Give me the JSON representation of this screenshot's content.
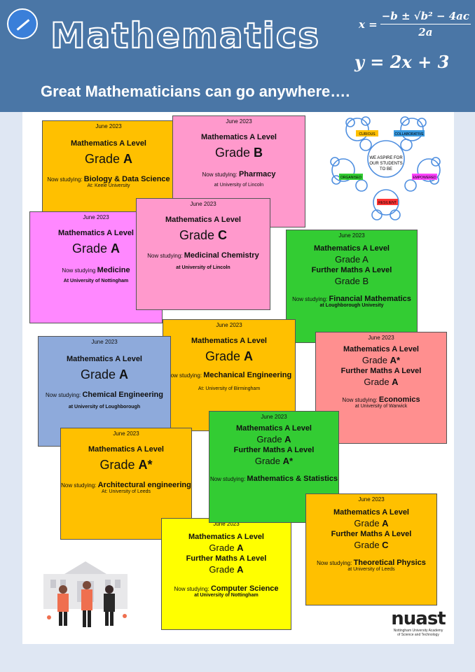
{
  "header": {
    "title": "Mathematics",
    "subtitle": "Great Mathematicians can go anywhere….",
    "formula_quadratic_lhs": "x =",
    "formula_quadratic_num": "−b ± √b² − 4ac",
    "formula_quadratic_den": "2a",
    "formula_line": "y = 2x + 3"
  },
  "cards": [
    {
      "date": "June 2023",
      "subject": "Mathematics A Level",
      "grade_prefix": "Grade ",
      "grade": "A",
      "now_prefix": "Now studying: ",
      "course": "Biology & Data Science",
      "uni": "At: Keele University"
    },
    {
      "date": "June 2023",
      "subject": "Mathematics A Level",
      "grade_prefix": "Grade ",
      "grade": "B",
      "now_prefix": "Now studying: ",
      "course": "Pharmacy",
      "uni": "at University of Lincoln"
    },
    {
      "date": "June 2023",
      "subject": "Mathematics A Level",
      "grade_prefix": "Grade ",
      "grade": "A",
      "now_prefix": "Now studying ",
      "course": "Medicine",
      "uni": "At University of Nottingham"
    },
    {
      "date": "June 2023",
      "subject": "Mathematics A Level",
      "grade_prefix": "Grade ",
      "grade": "C",
      "now_prefix": "Now studying: ",
      "course": "Medicinal Chemistry",
      "uni": "at  University of Lincoln"
    },
    {
      "date": "June 2023",
      "subject": "Mathematics A Level",
      "grade_line": "Grade A",
      "subject2": "Further Maths A Level",
      "grade_line2": "Grade B",
      "now_prefix": "Now studying: ",
      "course": "Financial Mathematics",
      "uni": "at Loughborough Univesity"
    },
    {
      "date": "June 2023",
      "subject": "Mathematics A Level",
      "grade_prefix": "Grade ",
      "grade": "A",
      "now_prefix": "Now studying: ",
      "course": "Mechanical Engineering",
      "uni": "At: University of Birmingham"
    },
    {
      "date": "June 2023",
      "subject": "Mathematics A Level",
      "grade_prefix": "Grade ",
      "grade": "A",
      "now_prefix": "Now studying: ",
      "course": "Chemical Engineering",
      "uni": "at  University of Loughborough"
    },
    {
      "date": "June 2023",
      "subject": "Mathematics A Level",
      "grade_prefix": "Grade ",
      "grade": "A*",
      "subject2": "Further Maths A Level",
      "grade_prefix2": "Grade ",
      "grade2": "A",
      "now_prefix": "Now studying: ",
      "course": "Economics",
      "uni": "at University of Warwick"
    },
    {
      "date": "June 2023",
      "subject": "Mathematics A Level",
      "grade_prefix": "Grade ",
      "grade": "A*",
      "now_prefix": "Now studying: ",
      "course": "Architectural engineering",
      "uni": "At: University of Leeds"
    },
    {
      "date": "June 2023",
      "subject": "Mathematics A Level",
      "grade_prefix": "Grade ",
      "grade": "A",
      "subject2": "Further Maths A Level",
      "grade_prefix2": "Grade ",
      "grade2": "A*",
      "now_prefix": "Now studying: ",
      "course": "Mathematics & Statistics"
    },
    {
      "date": "June 2023",
      "subject": "Mathematics A Level",
      "grade_prefix": "Grade ",
      "grade": "A",
      "subject2": "Further Maths A Level",
      "grade_prefix2": "Grade ",
      "grade2": "C",
      "now_prefix": "Now studying: ",
      "course": "Theoretical Physics",
      "uni": "at University of Leeds"
    },
    {
      "date": "June 2023",
      "subject": "Mathematics A Level",
      "grade_prefix": "Grade ",
      "grade": "A",
      "subject2": "Further Maths A Level",
      "grade_prefix2": "Grade ",
      "grade2": "A",
      "now_prefix": "Now studying: ",
      "course": "Computer Science",
      "uni": "at University of Nottingham"
    }
  ],
  "aspire": {
    "center": "WE ASPIRE FOR OUR STUDENTS TO BE",
    "labels": [
      "CURIOUS",
      "COLLABORATIVE",
      "ORGANISED",
      "EMPOWERED",
      "RESILIENT"
    ]
  },
  "logo": {
    "name": "nuast",
    "line1": "Nottingham University Academy",
    "line2": "of Science and Technology"
  }
}
